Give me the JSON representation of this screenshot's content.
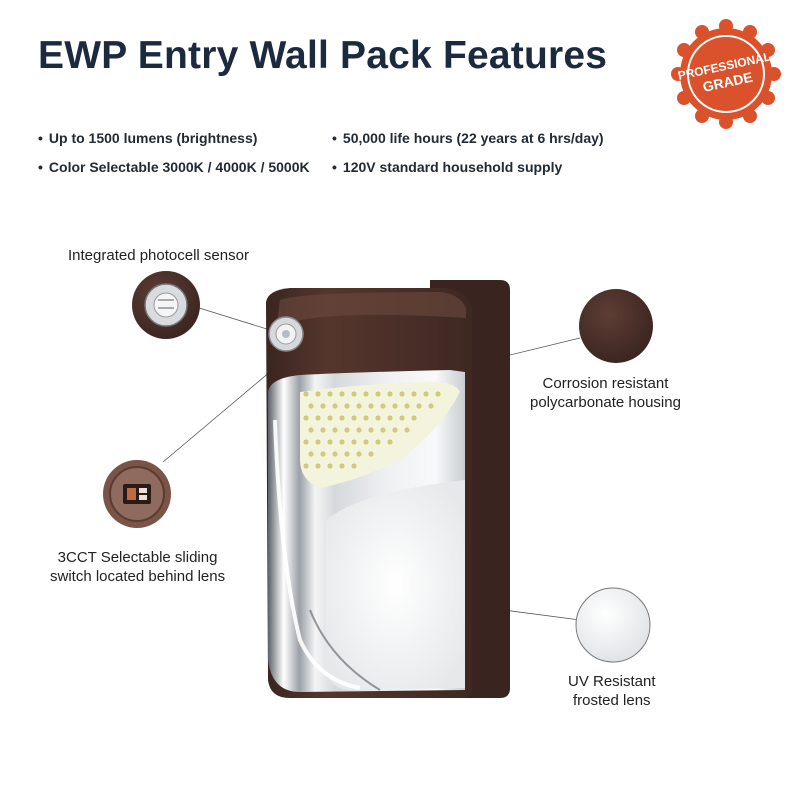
{
  "title": "EWP Entry Wall Pack Features",
  "badge": {
    "line1": "PROFESSIONAL",
    "line2": "GRADE",
    "color": "#d9522b"
  },
  "bullets": [
    "Up to 1500 lumens (brightness)",
    "50,000 life hours (22 years at 6 hrs/day)",
    "Color Selectable 3000K / 4000K / 5000K",
    "120V standard household supply"
  ],
  "callouts": {
    "photocell": "Integrated photocell sensor",
    "housing_line1": "Corrosion resistant",
    "housing_line2": "polycarbonate housing",
    "switch_line1": "3CCT Selectable sliding",
    "switch_line2": "switch located behind lens",
    "lens_line1": "UV Resistant",
    "lens_line2": "frosted lens"
  },
  "colors": {
    "housing": "#4a2f28",
    "title": "#1b2a3f"
  }
}
